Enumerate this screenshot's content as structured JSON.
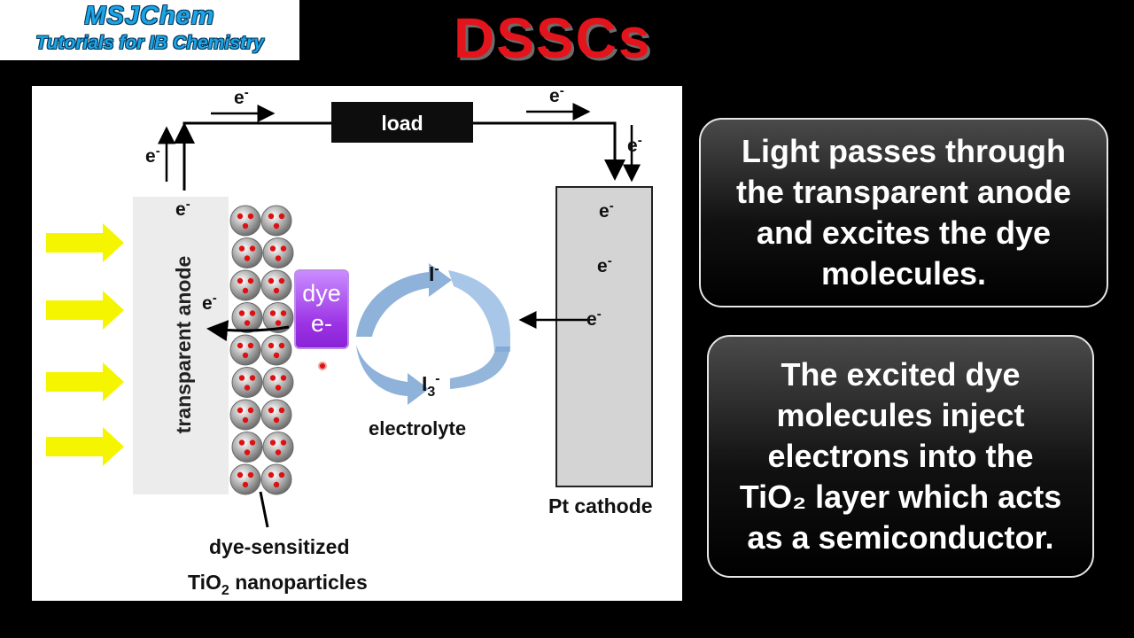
{
  "logo": {
    "line1": "MSJChem",
    "line2": "Tutorials for IB Chemistry"
  },
  "title": "DSSCs",
  "diagram": {
    "load_label": "load",
    "electron": "e",
    "charge": "-",
    "anode_label": "transparent anode",
    "dye_label": "dye",
    "dye_electron": "e-",
    "iodide": "I",
    "triiodide_base": "I",
    "triiodide_sub": "3",
    "electrolyte_label": "electrolyte",
    "cathode_label": "Pt cathode",
    "particles_line1": "dye-sensitized",
    "particles_line2_a": "TiO",
    "particles_line2_sub": "2",
    "particles_line2_b": " nanoparticles",
    "colors": {
      "light_arrow": "#f5f500",
      "particle": "#9e9e9e",
      "dot": "#e01010",
      "cycle_arrow": "#7aa4d2"
    }
  },
  "callouts": [
    {
      "lines": [
        "Light passes through",
        "the transparent anode",
        "and excites the dye",
        "molecules."
      ]
    },
    {
      "lines": [
        "The excited dye",
        "molecules inject",
        "electrons into the",
        "TiO₂ layer which acts",
        "as a semiconductor."
      ]
    }
  ]
}
